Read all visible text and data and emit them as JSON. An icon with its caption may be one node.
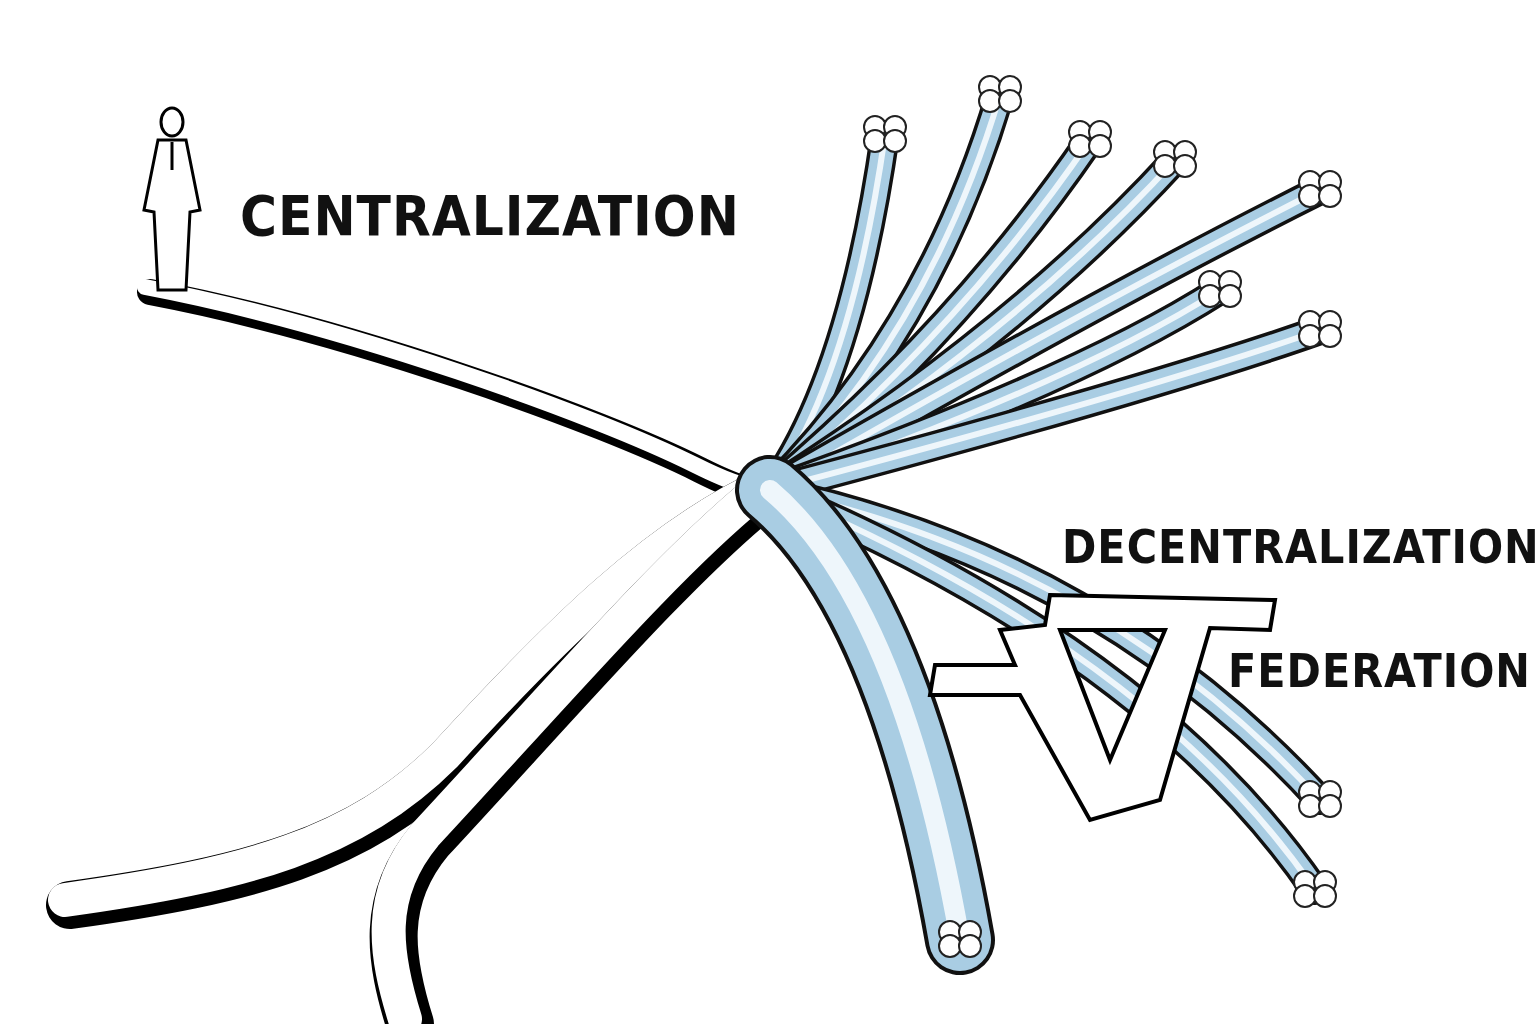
{
  "diagram": {
    "labels": [
      "CENTRALIZATION",
      "DECENTRALIZATION",
      "FEDERATION"
    ]
  }
}
